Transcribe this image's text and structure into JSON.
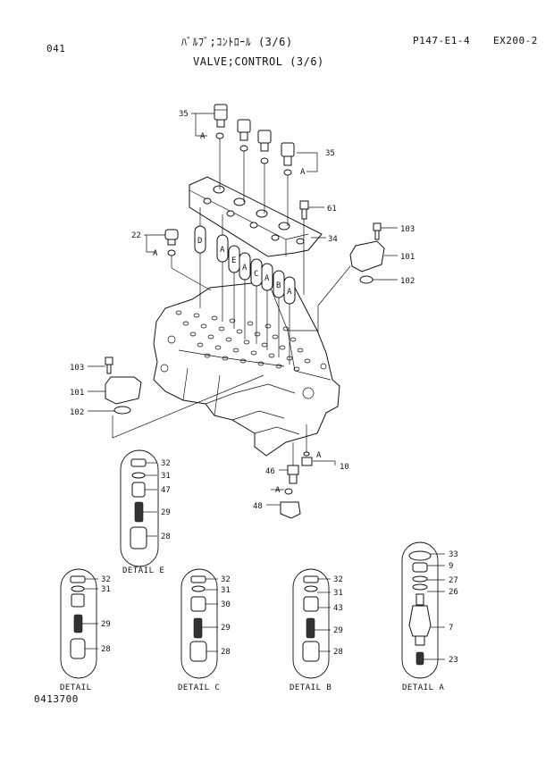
{
  "header": {
    "page_code": "041",
    "title_japanese": "ﾊﾞﾙﾌﾞ;ｺﾝﾄﾛｰﾙ (3/6)",
    "title_english": "VALVE;CONTROL (3/6)",
    "sheet_ref": "P147-E1-4",
    "model": "EX200-2"
  },
  "footer": {
    "drawing_number": "0413700"
  },
  "detail_captions": {
    "e": "DETAIL E",
    "d": "DETAIL",
    "c": "DETAIL C",
    "b": "DETAIL B",
    "a": "DETAIL A"
  },
  "callouts": {
    "p35a": "35",
    "p35b": "35",
    "p61": "61",
    "p34": "34",
    "p22": "22",
    "p103a": "103",
    "p101a": "101",
    "p102a": "102",
    "p103b": "103",
    "p101b": "101",
    "p102b": "102",
    "p46": "46",
    "p10": "10",
    "p48": "48",
    "e32": "32",
    "e31": "31",
    "e47": "47",
    "e29": "29",
    "e28": "28",
    "d32": "32",
    "d31": "31",
    "d29": "29",
    "d28": "28",
    "c32": "32",
    "c31": "31",
    "c30": "30",
    "c29": "29",
    "c28": "28",
    "b32": "32",
    "b31": "31",
    "b43": "43",
    "b29": "29",
    "b28": "28",
    "a33": "33",
    "a9": "9",
    "a27": "27",
    "a26": "26",
    "a7": "7",
    "a23": "23"
  },
  "view_letters": {
    "a1": "A",
    "a2": "A",
    "a3": "A",
    "a4": "A",
    "a5": "A",
    "pA1": "A",
    "pA2": "A",
    "pA3": "A",
    "pA4": "A",
    "pB": "B",
    "pC": "C",
    "pD": "D",
    "pE": "E"
  }
}
